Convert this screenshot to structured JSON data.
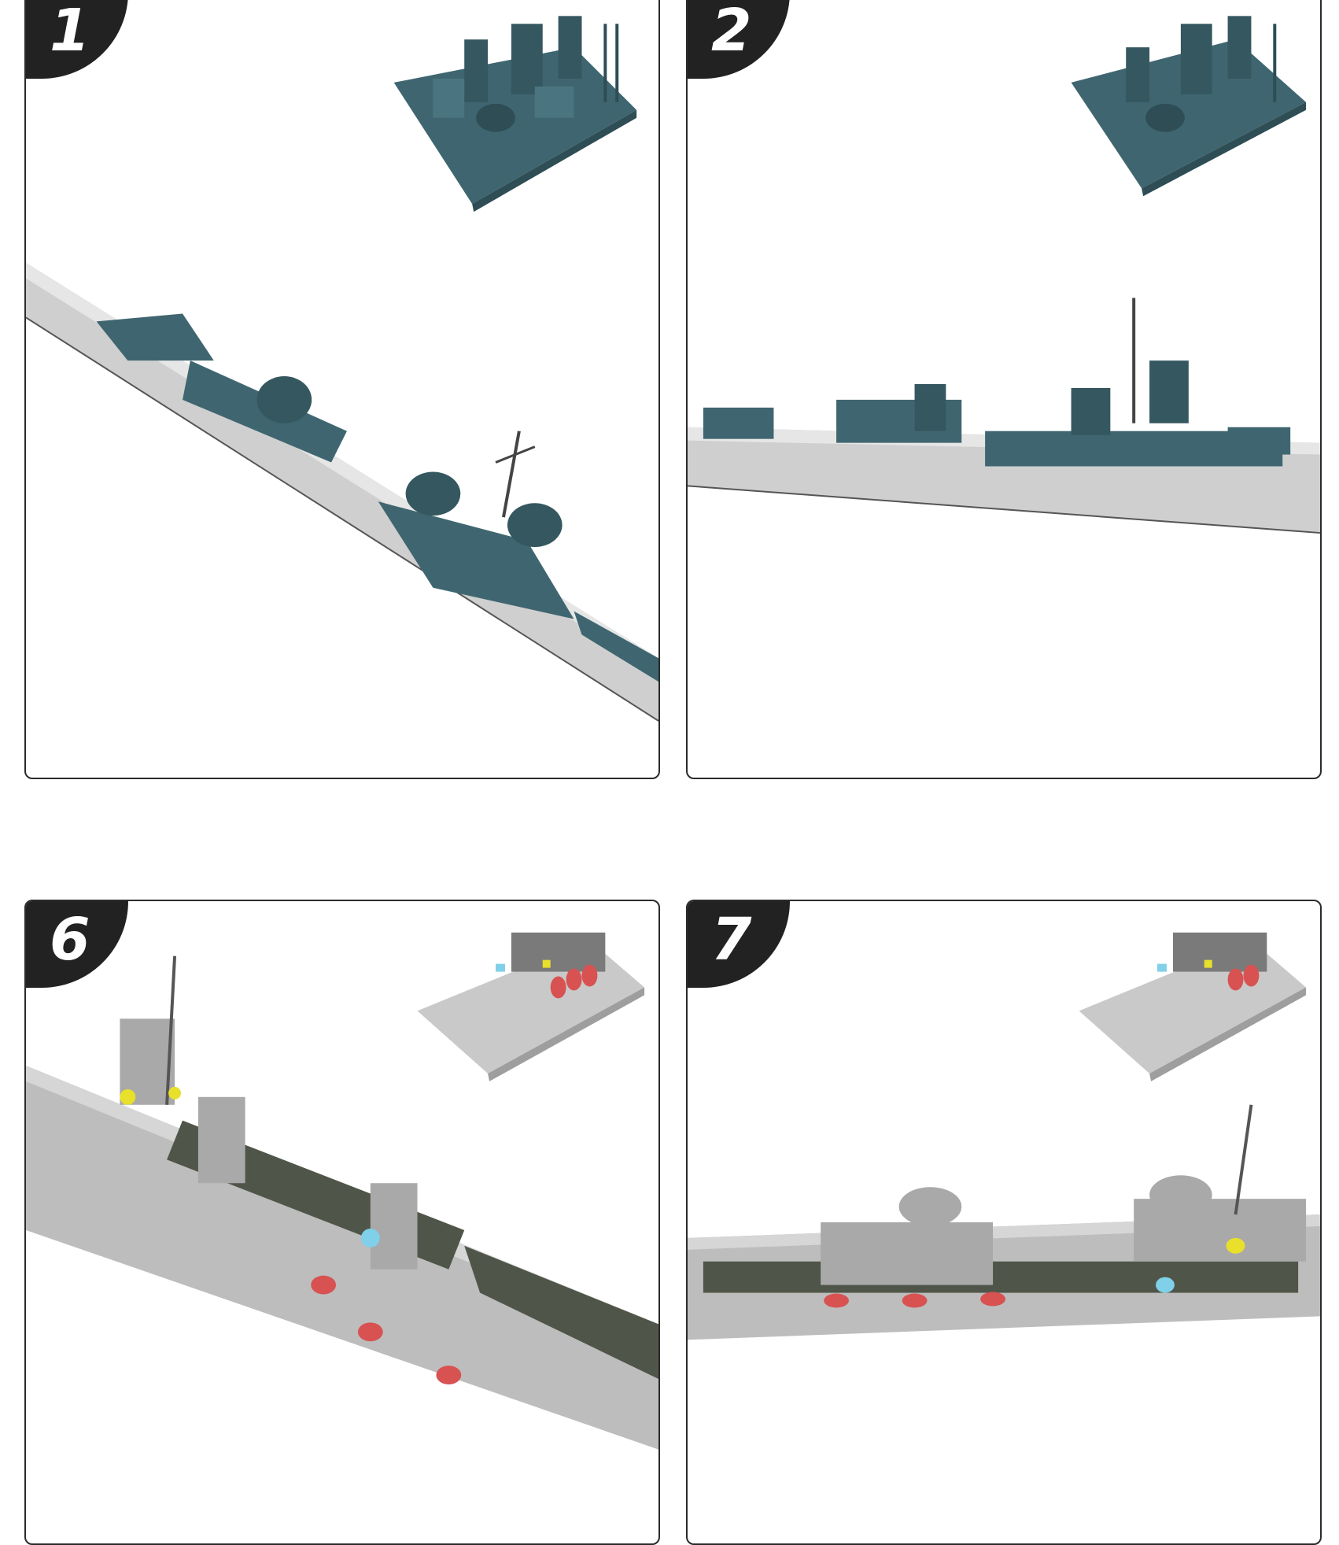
{
  "panels": [
    {
      "number": "1",
      "parts_color": "#3f6670",
      "hull_color": "#cfcfcf"
    },
    {
      "number": "2",
      "parts_color": "#3f6670",
      "hull_color": "#cfcfcf"
    },
    {
      "number": "6",
      "parts_color": "#a9a9a9",
      "hull_color": "#bdbdbd"
    },
    {
      "number": "7",
      "parts_color": "#a9a9a9",
      "hull_color": "#bdbdbd"
    }
  ],
  "colors": {
    "badge": "#222222",
    "deck_dark": "#4f5548",
    "accent_red": "#d85252",
    "accent_yellow": "#e8e02a",
    "accent_cyan": "#7fd0e8",
    "accent_green": "#6f9f60"
  }
}
